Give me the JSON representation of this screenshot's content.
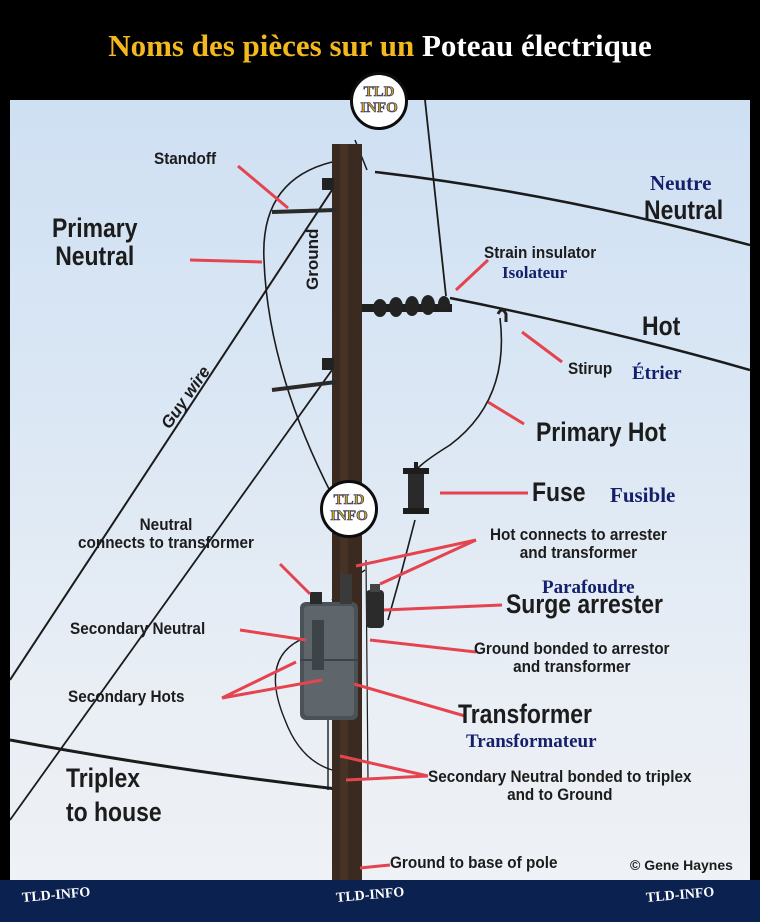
{
  "title": {
    "part1": "Noms des pièces sur un",
    "part2": "Poteau électrique"
  },
  "watermark": {
    "line1": "TLD",
    "line2": "INFO"
  },
  "labels": {
    "standoff": "Standoff",
    "primary_neutral": "Primary\nNeutral",
    "ground": "Ground",
    "guy_wire": "Guy wire",
    "neutre": "Neutre",
    "neutral": "Neutral",
    "strain_insulator": "Strain insulator",
    "isolateur": "Isolateur",
    "hot": "Hot",
    "stirup": "Stirup",
    "etrier": "Étrier",
    "primary_hot": "Primary Hot",
    "fuse": "Fuse",
    "fusible": "Fusible",
    "neutral_connects": "Neutral\nconnects to transformer",
    "hot_connects": "Hot connects to arrester\nand transformer",
    "parafoudre": "Parafoudre",
    "surge_arrester": "Surge arrester",
    "secondary_neutral": "Secondary Neutral",
    "ground_bonded": "Ground bonded to arrestor\nand transformer",
    "secondary_hots": "Secondary Hots",
    "transformer": "Transformer",
    "transformateur": "Transformateur",
    "triplex": "Triplex\nto house",
    "sec_neutral_bonded": "Secondary Neutral bonded to triplex\nand to Ground",
    "ground_base": "Ground to base of pole",
    "copyright": "© Gene Haynes"
  },
  "footer": {
    "left": "TLD-INFO",
    "center": "TLD-INFO",
    "right": "TLD-INFO"
  },
  "colors": {
    "title_gold": "#f2b81d",
    "leader_red": "#e5444f",
    "french_navy": "#14206b",
    "footer_navy": "#0b2150",
    "pole": "#3a2a1f"
  }
}
